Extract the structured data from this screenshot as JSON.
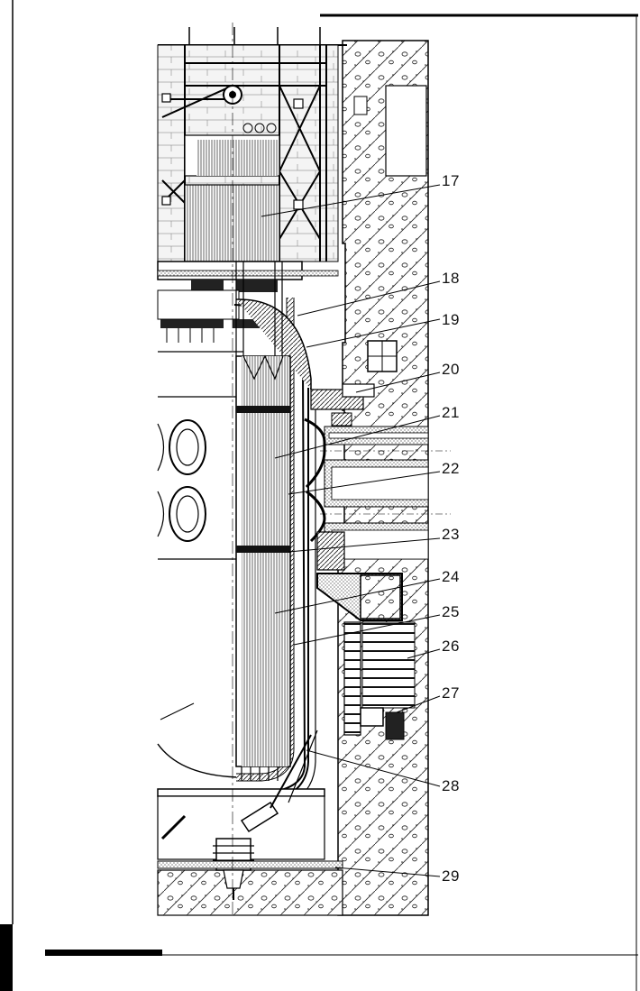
{
  "figure": {
    "callouts": [
      "17",
      "18",
      "19",
      "20",
      "21",
      "22",
      "23",
      "24",
      "25",
      "26",
      "27",
      "28",
      "29"
    ]
  }
}
